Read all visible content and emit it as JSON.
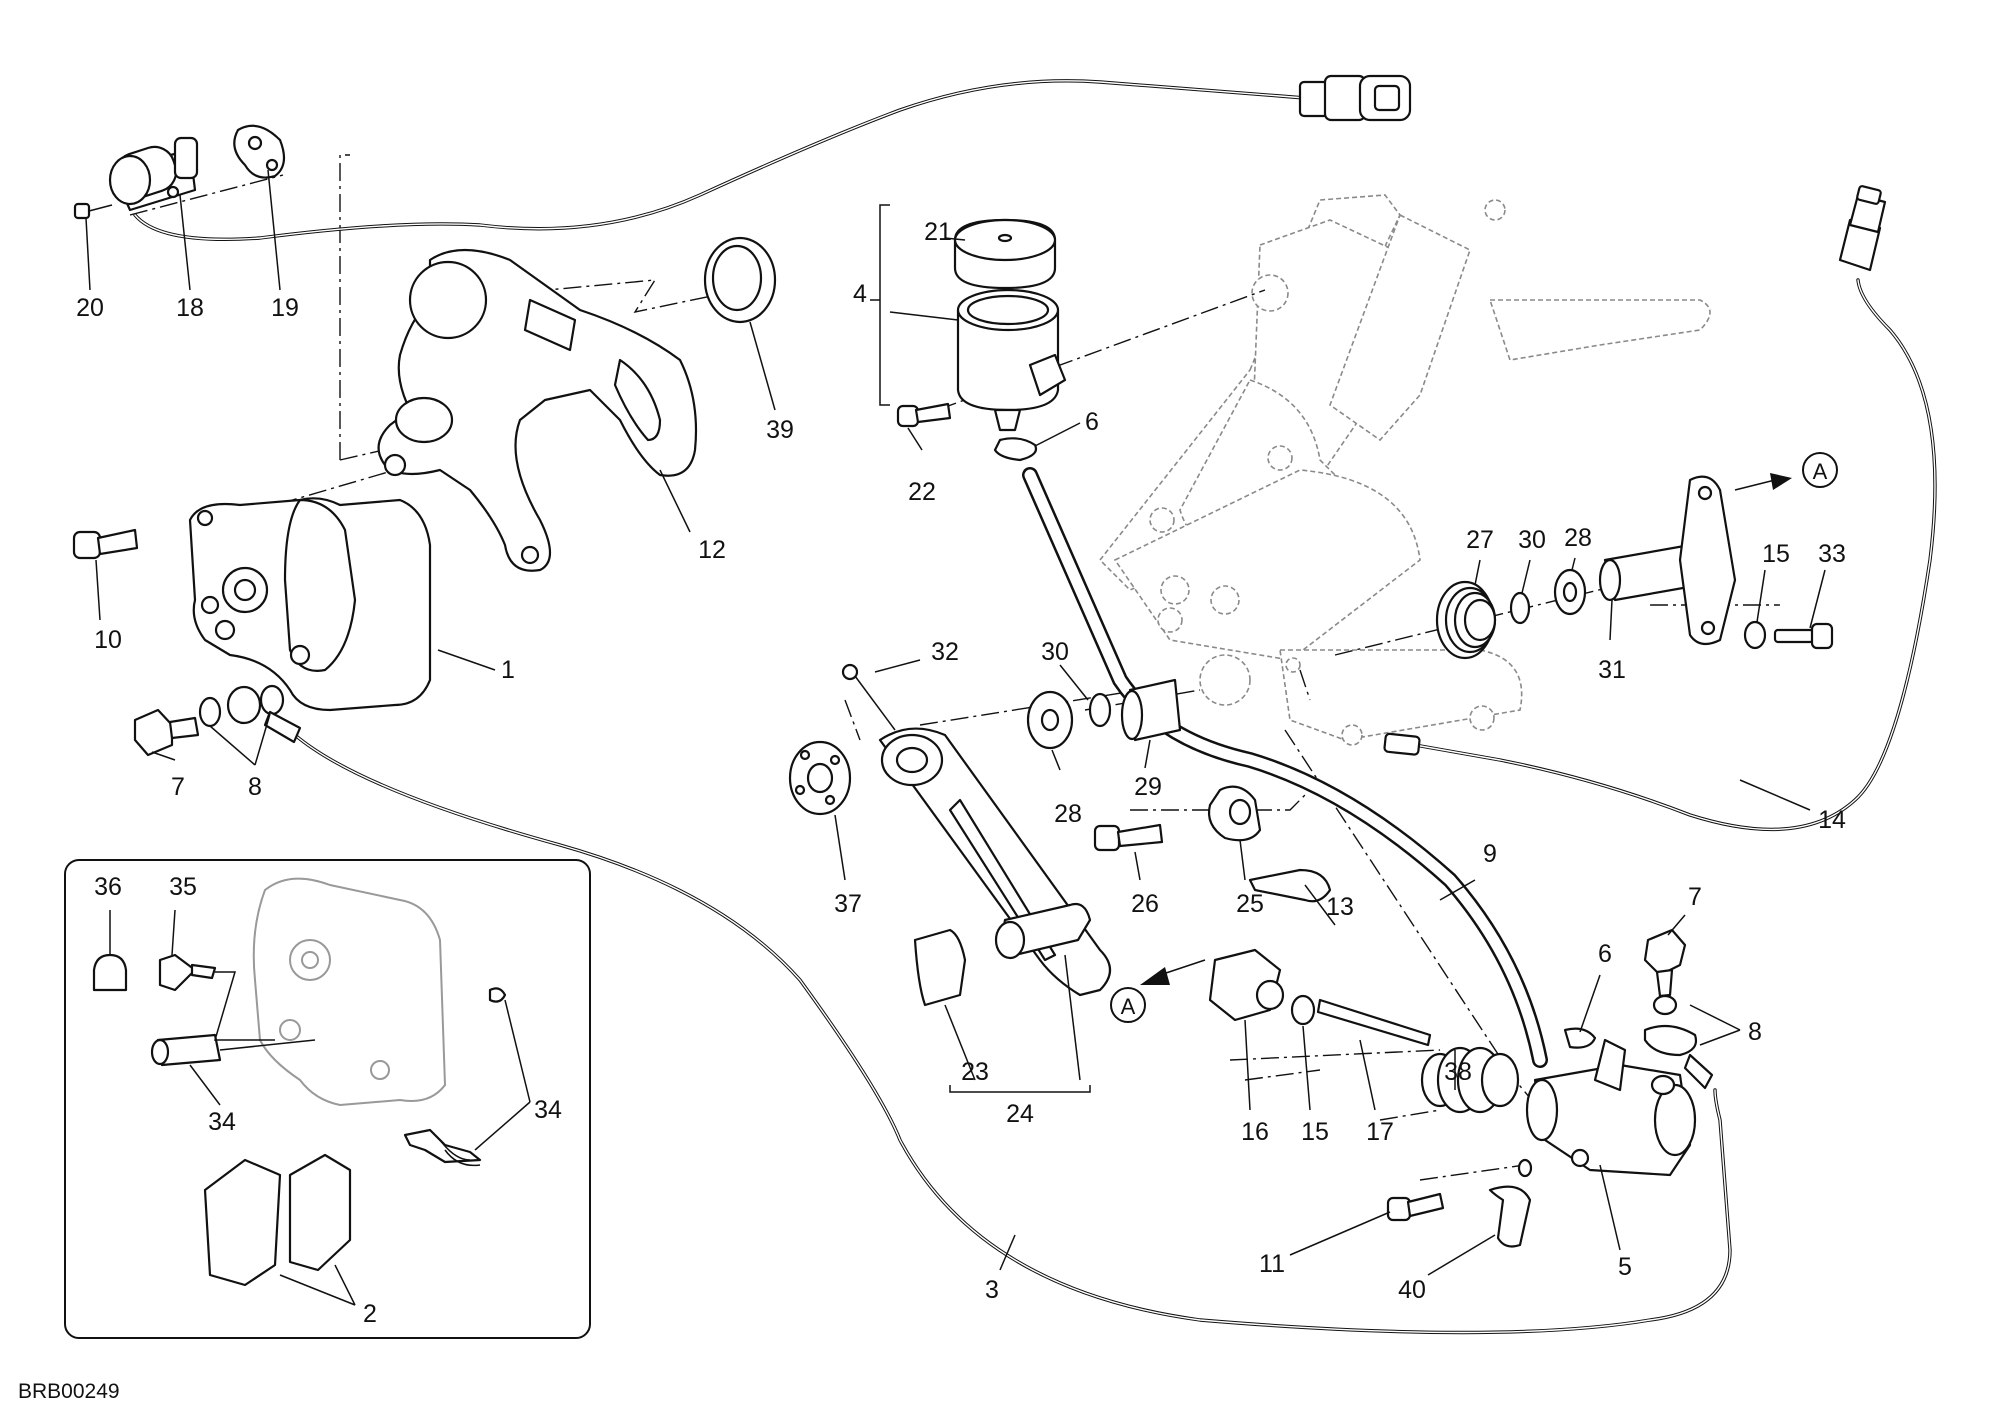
{
  "diagram_code": "BRB00249",
  "ref_mark": "A",
  "callouts": {
    "c1": "1",
    "c2": "2",
    "c3": "3",
    "c4": "4",
    "c5": "5",
    "c6a": "6",
    "c6b": "6",
    "c7a": "7",
    "c7b": "7",
    "c8a": "8",
    "c8b": "8",
    "c9": "9",
    "c10": "10",
    "c11": "11",
    "c12": "12",
    "c13": "13",
    "c14": "14",
    "c15a": "15",
    "c15b": "15",
    "c16": "16",
    "c17": "17",
    "c18": "18",
    "c19": "19",
    "c20": "20",
    "c21": "21",
    "c22": "22",
    "c23": "23",
    "c24": "24",
    "c25": "25",
    "c26": "26",
    "c27": "27",
    "c28a": "28",
    "c28b": "28",
    "c29": "29",
    "c30a": "30",
    "c30b": "30",
    "c31": "31",
    "c32": "32",
    "c33": "33",
    "c34a": "34",
    "c34b": "34",
    "c35": "35",
    "c36": "36",
    "c37": "37",
    "c38": "38",
    "c39": "39",
    "c40": "40"
  }
}
